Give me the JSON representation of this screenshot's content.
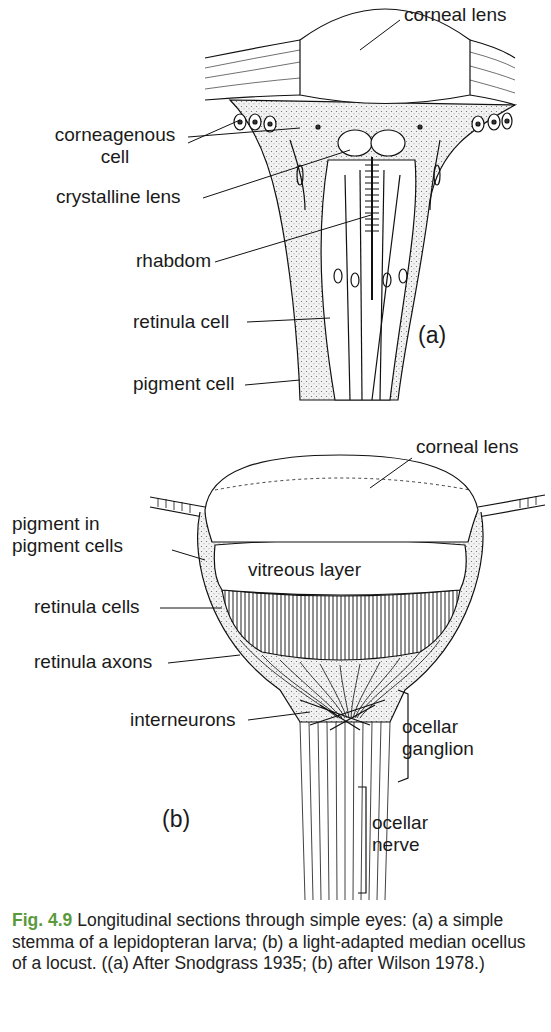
{
  "diagram": {
    "caption": "Longitudinal sections through simple eyes: (a) a simple stemma of a lepidopteran larva; (b) a light-adapted median ocellus of a locust. ((a) After Snodgrass 1935; (b) after Wilson 1978.)",
    "labels": [
      "corneal lens",
      "corneagenous cell",
      "crystalline lens",
      "rhabdom",
      "retinula cell",
      "pigment cell",
      "(a)",
      "corneal lens",
      "pigment in pigment cells",
      "vitreous layer",
      "retinula cells",
      "retinula axons",
      "interneurons",
      "ocellar ganglion",
      "ocellar nerve",
      "(b)",
      "Fig. 4.9"
    ]
  }
}
